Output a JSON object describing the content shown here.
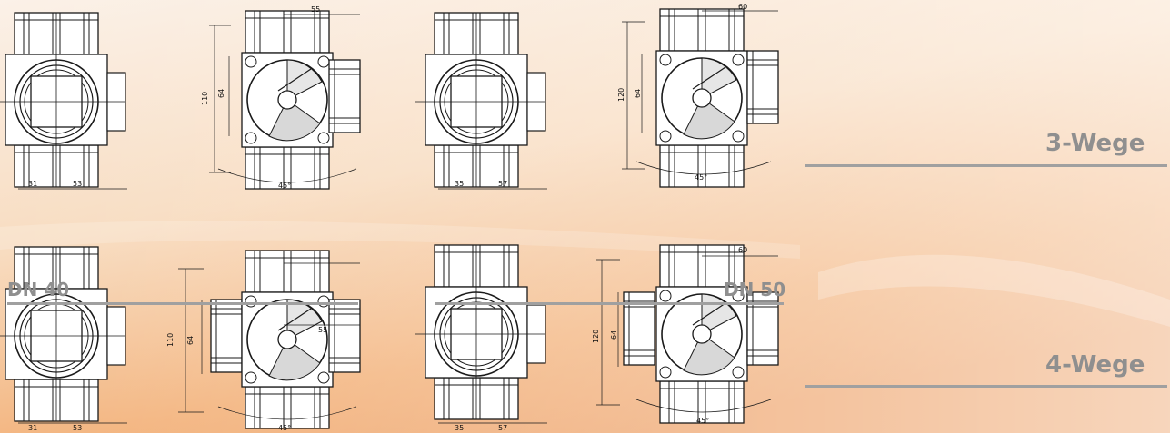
{
  "background": {
    "light": "#fbf1e8",
    "warm": "#f6c9a0",
    "accent": "#eea36a"
  },
  "colors": {
    "label": "#8f8f8f",
    "rule": "#a0a0a0",
    "line": "#1a1a1a"
  },
  "sizes": [
    "DN 40",
    "DN 50"
  ],
  "valve_types": [
    "3-Wege",
    "4-Wege"
  ],
  "dimensions": {
    "dn40": {
      "width_top": "55",
      "height_total": "110",
      "height_inner": "64",
      "left_half": "31",
      "right_half": "53",
      "angle": "45°"
    },
    "dn50": {
      "width_top": "60",
      "height_total": "120",
      "height_inner": "64",
      "left_half": "35",
      "right_half": "57",
      "angle": "45°"
    }
  }
}
